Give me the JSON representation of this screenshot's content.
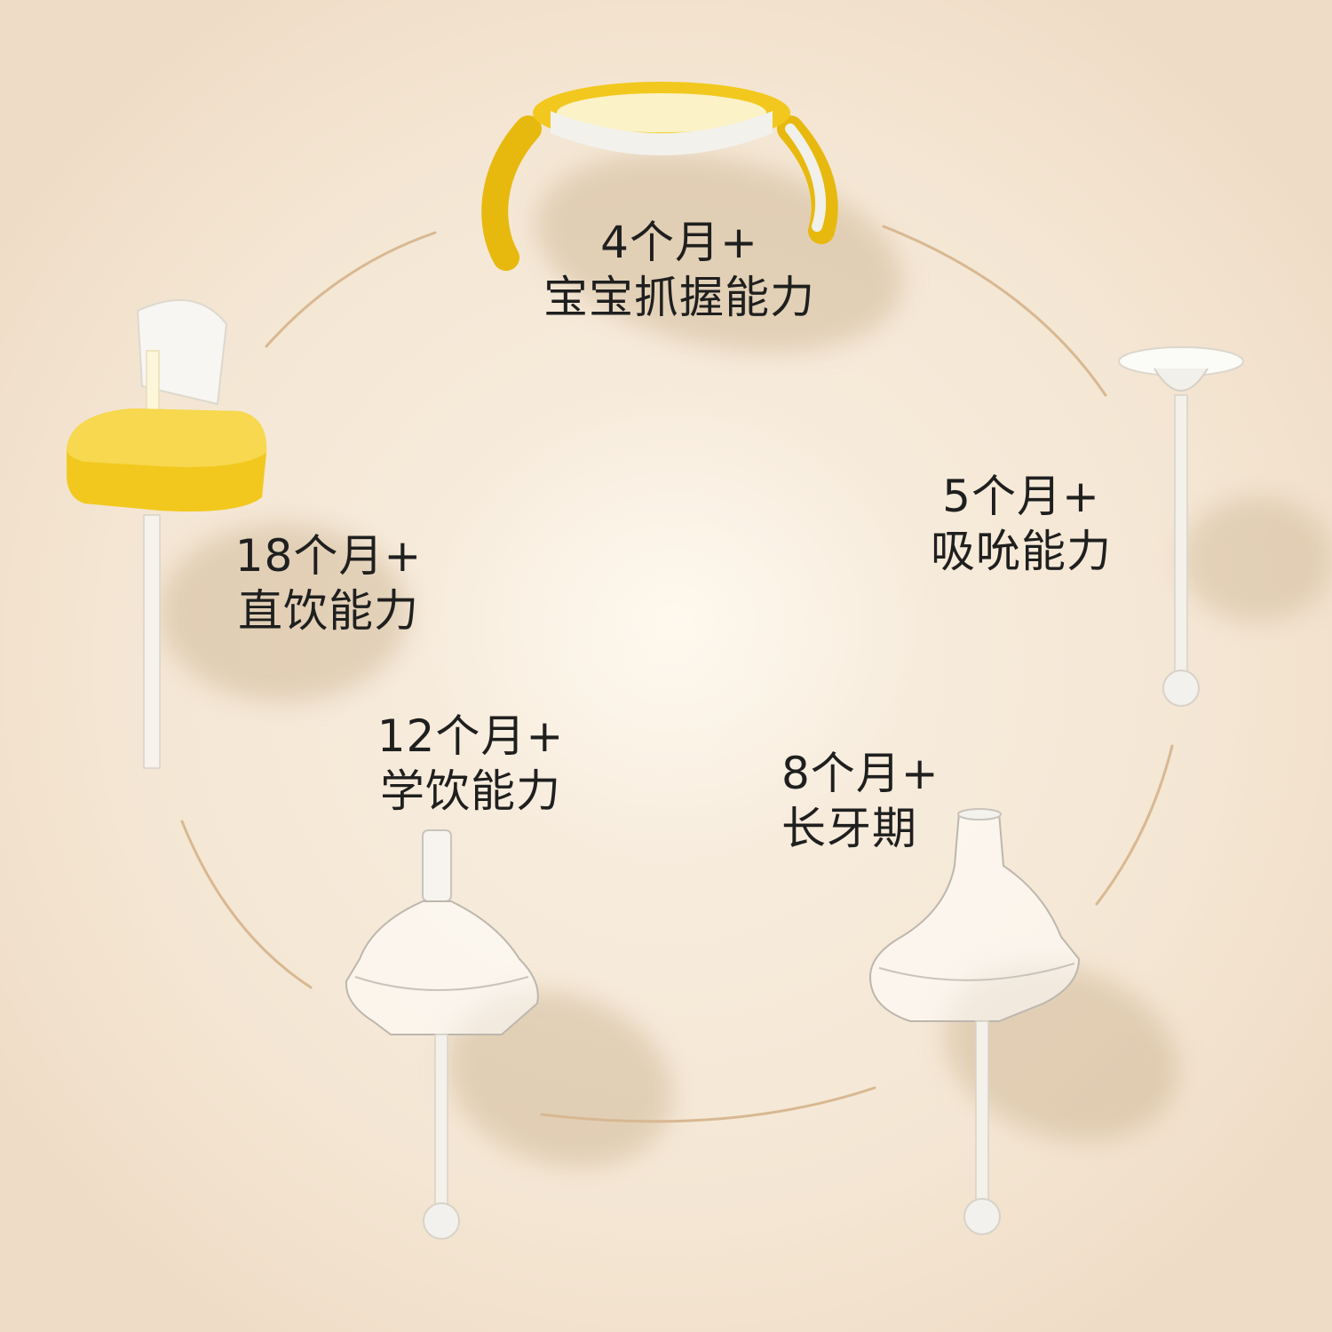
{
  "colors": {
    "background": "#f7ead8",
    "ring": "#d8b892",
    "accent_yellow": "#f2c81e",
    "text": "#1f1f1f"
  },
  "stages": [
    {
      "id": "grip",
      "age": "4个月+",
      "ability": "宝宝抓握能力",
      "product_icon": "handle-icon"
    },
    {
      "id": "suck",
      "age": "5个月+",
      "ability": "吸吮能力",
      "product_icon": "straw-nipple-icon"
    },
    {
      "id": "teething",
      "age": "8个月+",
      "ability": "长牙期",
      "product_icon": "duckbill-spout-icon"
    },
    {
      "id": "learn-drink",
      "age": "12个月+",
      "ability": "学饮能力",
      "product_icon": "straw-spout-icon"
    },
    {
      "id": "direct-drink",
      "age": "18个月+",
      "ability": "直饮能力",
      "product_icon": "flip-straw-lid-icon"
    }
  ]
}
